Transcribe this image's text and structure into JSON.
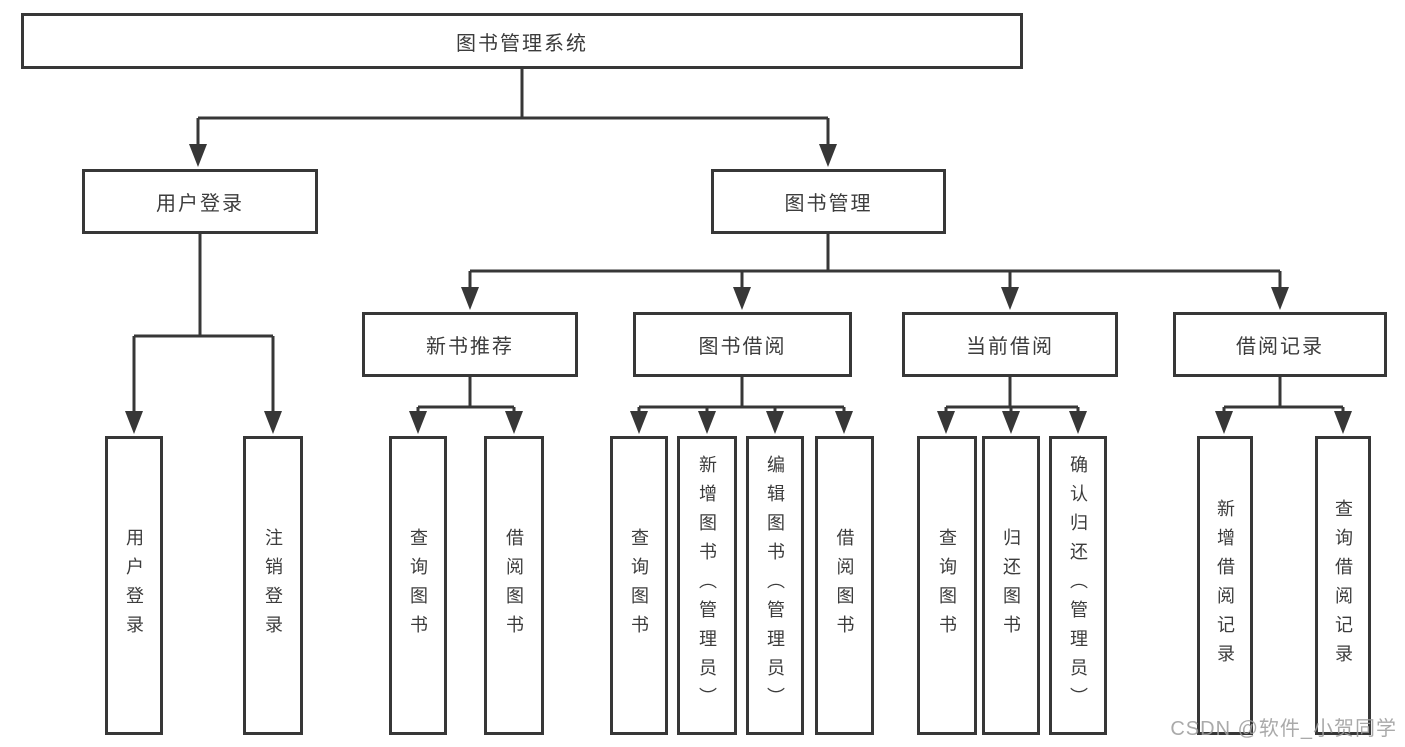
{
  "diagram": {
    "title": "图书管理系统",
    "branches": [
      {
        "label": "用户登录",
        "children": [
          {
            "label": "用户登录"
          },
          {
            "label": "注销登录"
          }
        ]
      },
      {
        "label": "图书管理",
        "children": [
          {
            "label": "新书推荐",
            "children": [
              {
                "label": "查询图书"
              },
              {
                "label": "借阅图书"
              }
            ]
          },
          {
            "label": "图书借阅",
            "children": [
              {
                "label": "查询图书"
              },
              {
                "label": "新增图书（管理员）"
              },
              {
                "label": "编辑图书（管理员）"
              },
              {
                "label": "借阅图书"
              }
            ]
          },
          {
            "label": "当前借阅",
            "children": [
              {
                "label": "查询图书"
              },
              {
                "label": "归还图书"
              },
              {
                "label": "确认归还（管理员）"
              }
            ]
          },
          {
            "label": "借阅记录",
            "children": [
              {
                "label": "新增借阅记录"
              },
              {
                "label": "查询借阅记录"
              }
            ]
          }
        ]
      }
    ],
    "colors": {
      "line": "#373737",
      "text": "#3c3c3c",
      "watermark": "#9e9e9e"
    },
    "watermark": "CSDN @软件_小贺同学"
  }
}
